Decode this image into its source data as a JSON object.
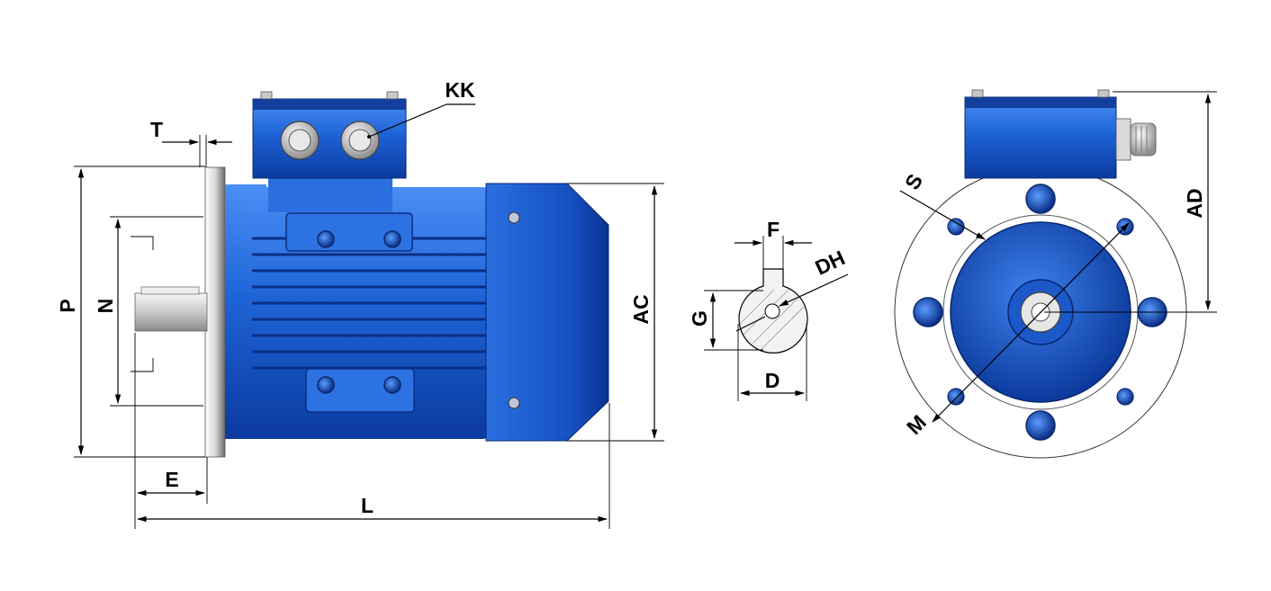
{
  "labels": {
    "kk": "KK",
    "t": "T",
    "p": "P",
    "n": "N",
    "e": "E",
    "l": "L",
    "ac": "AC",
    "f": "F",
    "dh": "DH",
    "g": "G",
    "d": "D",
    "s": "S",
    "ad": "AD",
    "m": "M"
  },
  "colors": {
    "motor_blue": "#1a5fd0",
    "motor_dark": "#0b3aa0",
    "motor_light": "#3f86f2",
    "flange_grey": "#e4e4e4",
    "shaft_grey": "#cfcfcf",
    "line": "#000000"
  },
  "icons": [
    "cable-gland-icon",
    "bolt-icon",
    "keyway-icon"
  ]
}
